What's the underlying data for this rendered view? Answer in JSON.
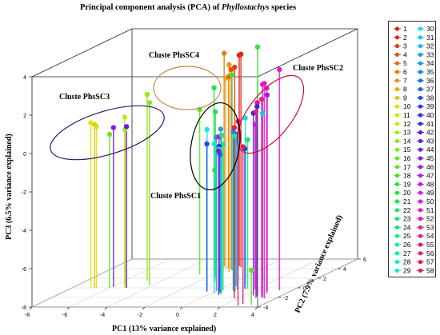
{
  "title": {
    "prefix": "Principal component analysis (PCA) of ",
    "italic": "Phyllostachys",
    "suffix": " species"
  },
  "chart_data": {
    "type": "scatter",
    "projection": "3d",
    "xlabel": "PC1 (13% variance explained)",
    "ylabel": "PC2 (7.9% variance explained)",
    "zlabel": "PC3 (6.5% variance explained)",
    "xlim": [
      -8,
      4
    ],
    "ylim": [
      -4,
      6
    ],
    "zlim": [
      -8,
      4
    ],
    "x_ticks": [
      "-8",
      "-6",
      "-4",
      "-2",
      "0",
      "2",
      "4"
    ],
    "y_ticks": [
      "-4",
      "-2",
      "0",
      "2",
      "4",
      "6"
    ],
    "z_ticks": [
      "-8",
      "-6",
      "-4",
      "-2",
      "0",
      "2",
      "4"
    ],
    "grid": true,
    "legend_position": "right",
    "legend": [
      "1",
      "2",
      "3",
      "4",
      "5",
      "6",
      "7",
      "8",
      "9",
      "10",
      "11",
      "12",
      "13",
      "14",
      "15",
      "16",
      "17",
      "18",
      "19",
      "20",
      "21",
      "22",
      "23",
      "24",
      "25",
      "26",
      "27",
      "28",
      "29",
      "30",
      "31",
      "32",
      "33",
      "34",
      "35",
      "36",
      "37",
      "38",
      "39",
      "40",
      "41",
      "42",
      "43",
      "44",
      "45",
      "46",
      "47",
      "48",
      "49",
      "50",
      "51",
      "52",
      "53",
      "54",
      "55",
      "56",
      "57",
      "58"
    ],
    "colors": [
      "#e41a1c",
      "#e5261a",
      "#e43d18",
      "#e35417",
      "#e46b18",
      "#e48118",
      "#e59815",
      "#e5ae13",
      "#e5c410",
      "#e2d90e",
      "#d9e50e",
      "#c4e514",
      "#aee51a",
      "#98e51c",
      "#82e51f",
      "#6ce523",
      "#56e526",
      "#42e52c",
      "#30e535",
      "#22e541",
      "#1de54f",
      "#1be55f",
      "#1ae570",
      "#1ae582",
      "#1ae594",
      "#1ae5a6",
      "#1ae5b8",
      "#1ae5ca",
      "#1ae5dc",
      "#1adce5",
      "#1acae5",
      "#1ab8e5",
      "#1aa6e5",
      "#1a94e5",
      "#1a82e5",
      "#1a70e5",
      "#1a5fe5",
      "#1a4fe5",
      "#1f3fe5",
      "#2a31e5",
      "#3a26e5",
      "#4d1ee5",
      "#621ae5",
      "#771ae5",
      "#8c1ae5",
      "#a11ae5",
      "#b61ae5",
      "#cb1ae5",
      "#dc1ae0",
      "#e51ad5",
      "#e51ac3",
      "#e51ab1",
      "#e51a9f",
      "#e51a8d",
      "#e51a7b",
      "#e51a69",
      "#e51a57",
      "#e51a45"
    ],
    "points": [
      {
        "id": 1,
        "x": -1.5,
        "y": 4.5,
        "z": 3.0
      },
      {
        "id": 2,
        "x": -1.3,
        "y": 4.3,
        "z": 3.1
      },
      {
        "id": 3,
        "x": -1.9,
        "y": 4.8,
        "z": 2.3
      },
      {
        "id": 4,
        "x": -1.6,
        "y": 3.9,
        "z": 2.4
      },
      {
        "id": 5,
        "x": -1.8,
        "y": 4.0,
        "z": 2.0
      },
      {
        "id": 6,
        "x": -2.3,
        "y": 4.5,
        "z": 3.1
      },
      {
        "id": 7,
        "x": -1.4,
        "y": 3.3,
        "z": 2.8
      },
      {
        "id": 8,
        "x": -2.0,
        "y": 4.1,
        "z": 1.9
      },
      {
        "id": 9,
        "x": -6.8,
        "y": 0.0,
        "z": 0.5
      },
      {
        "id": 10,
        "x": -6.7,
        "y": 0.0,
        "z": 0.4
      },
      {
        "id": 11,
        "x": -7.0,
        "y": 0.0,
        "z": 0.6
      },
      {
        "id": 12,
        "x": -5.2,
        "y": 0.0,
        "z": 0.9
      },
      {
        "id": 13,
        "x": -5.5,
        "y": 0.6,
        "z": 0.1
      },
      {
        "id": 14,
        "x": -4.8,
        "y": 1.5,
        "z": 1.7
      },
      {
        "id": 15,
        "x": -4.2,
        "y": 0.6,
        "z": 1.5
      },
      {
        "id": 16,
        "x": -6.0,
        "y": 0.0,
        "z": 0.0
      },
      {
        "id": 17,
        "x": -2.7,
        "y": 2.8,
        "z": 0.6
      },
      {
        "id": 18,
        "x": -1.4,
        "y": 3.6,
        "z": 2.2
      },
      {
        "id": 19,
        "x": -1.0,
        "y": 5.4,
        "z": 3.2
      },
      {
        "id": 20,
        "x": -2.2,
        "y": 3.3,
        "z": 1.6
      },
      {
        "id": 21,
        "x": -1.6,
        "y": 2.3,
        "z": 0.6
      },
      {
        "id": 22,
        "x": -1.1,
        "y": 1.3,
        "z": -2.2
      },
      {
        "id": 23,
        "x": 1.5,
        "y": -0.3,
        "z": -0.2
      },
      {
        "id": 24,
        "x": 0.5,
        "y": -1.0,
        "z": 0.2
      },
      {
        "id": 25,
        "x": 0.3,
        "y": -0.5,
        "z": -0.4
      },
      {
        "id": 26,
        "x": 0.2,
        "y": -0.7,
        "z": -0.6
      },
      {
        "id": 27,
        "x": 1.1,
        "y": -0.8,
        "z": 0.1
      },
      {
        "id": 28,
        "x": 0.2,
        "y": -1.2,
        "z": -0.2
      },
      {
        "id": 29,
        "x": -0.5,
        "y": -0.6,
        "z": 0.4
      },
      {
        "id": 30,
        "x": 0.9,
        "y": 0.6,
        "z": 0.7
      },
      {
        "id": 31,
        "x": 1.7,
        "y": 0.8,
        "z": 0.9
      },
      {
        "id": 32,
        "x": 1.0,
        "y": -0.4,
        "z": -0.3
      },
      {
        "id": 33,
        "x": 0.6,
        "y": -1.3,
        "z": 0.6
      },
      {
        "id": 34,
        "x": 0.0,
        "y": -0.6,
        "z": 0.0
      },
      {
        "id": 35,
        "x": 0.9,
        "y": -0.6,
        "z": 0.3
      },
      {
        "id": 36,
        "x": 0.5,
        "y": 0.4,
        "z": -0.1
      },
      {
        "id": 37,
        "x": 0.4,
        "y": -1.0,
        "z": -0.8
      },
      {
        "id": 38,
        "x": -0.4,
        "y": -0.8,
        "z": -0.3
      },
      {
        "id": 39,
        "x": 1.3,
        "y": -0.2,
        "z": -0.7
      },
      {
        "id": 40,
        "x": 0.1,
        "y": -0.5,
        "z": -0.5
      },
      {
        "id": 41,
        "x": 2.8,
        "y": -1.8,
        "z": 1.9
      },
      {
        "id": 42,
        "x": 2.5,
        "y": -1.6,
        "z": 1.5
      },
      {
        "id": 43,
        "x": -5.1,
        "y": 0.0,
        "z": 0.4
      },
      {
        "id": 44,
        "x": 0.6,
        "y": -1.5,
        "z": -0.5
      },
      {
        "id": 45,
        "x": -5.9,
        "y": 0.2,
        "z": 0.3
      },
      {
        "id": 46,
        "x": 2.7,
        "y": -0.6,
        "z": 2.2
      },
      {
        "id": 47,
        "x": 0.3,
        "y": -0.9,
        "z": 0.1
      },
      {
        "id": 48,
        "x": 1.9,
        "y": -0.3,
        "z": 0.6
      },
      {
        "id": 49,
        "x": 3.2,
        "y": -2.0,
        "z": 3.1
      },
      {
        "id": 50,
        "x": 3.3,
        "y": -0.5,
        "z": 3.5
      },
      {
        "id": 51,
        "x": 3.0,
        "y": -1.2,
        "z": 2.7
      },
      {
        "id": 52,
        "x": 3.4,
        "y": -2.2,
        "z": 3.2
      },
      {
        "id": 53,
        "x": 3.1,
        "y": -1.9,
        "z": 2.3
      },
      {
        "id": 54,
        "x": 2.9,
        "y": -2.1,
        "z": 1.7
      },
      {
        "id": 55,
        "x": 2.6,
        "y": -1.4,
        "z": 2.0
      },
      {
        "id": 56,
        "x": 2.8,
        "y": -3.7,
        "z": 1.6
      },
      {
        "id": 57,
        "x": 2.9,
        "y": -3.4,
        "z": 0.2
      },
      {
        "id": 58,
        "x": 1.8,
        "y": -2.2,
        "z": 0.9
      },
      {
        "id": 59,
        "x": 3.4,
        "y": -3.5,
        "z": -6.2
      }
    ],
    "point_colors": {
      "59": "#7ed321"
    },
    "clusters": [
      {
        "label": "Cluste PhsSC4",
        "edge": "#c8873a"
      },
      {
        "label": "Cluste PhsSC2",
        "edge": "#cc1133"
      },
      {
        "label": "Cluste PhsSC3",
        "edge": "#3a1466"
      },
      {
        "label": "Cluste PhsSC1",
        "edge": "#000000"
      }
    ]
  }
}
